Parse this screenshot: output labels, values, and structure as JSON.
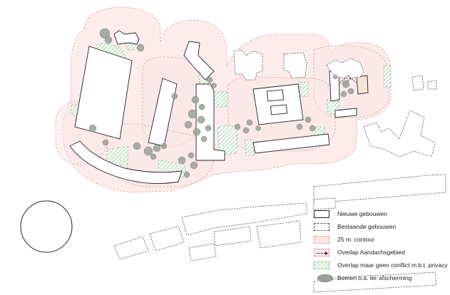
{
  "colors": {
    "contour_fill": "#fbe6e6",
    "contour_stroke": "#e09a9a",
    "overlap_ok": "#7cbf7c",
    "tree": "#9aa19a",
    "new_building": "#222222",
    "existing_building": "#666666"
  },
  "legend": {
    "items": [
      {
        "key": "new",
        "label": "Nieuwe gebouwen"
      },
      {
        "key": "existing",
        "label": "Bestaande gebouwen"
      },
      {
        "key": "contour",
        "label": "25 m. contour"
      },
      {
        "key": "overlap_attn",
        "label": "Overlap Aandachsgebied"
      },
      {
        "key": "overlap_ok",
        "label": "Overlap maar geen conflict m.b.t. privacy"
      },
      {
        "key": "tree",
        "label": "Bomen o.a. ter afscherming"
      }
    ]
  }
}
